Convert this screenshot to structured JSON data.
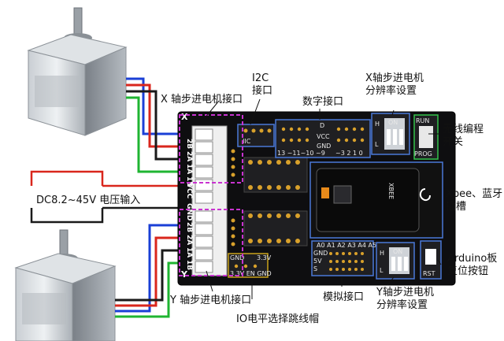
{
  "labels": {
    "x_motor_port": "X 轴步进电机接口",
    "i2c_port": "I2C\n接口",
    "digital_port": "数字接口",
    "x_resolution": "X轴步进电机\n分辨率设置",
    "wireless_switch": "无线编程\n开关",
    "xbee_slot": "Xbee、蓝牙\n插槽",
    "dc_input": "DC8.2~45V 电压输入",
    "arduino_reset": "Arduino板\n复位按钮",
    "y_resolution": "Y轴步进电机\n分辨率设置",
    "analog_port": "模拟接口",
    "y_motor_port": "Y 轴步进电机接口",
    "io_jumper": "IO电平选择跳线帽"
  },
  "pcb": {
    "axis_x": "X",
    "axis_y": "Y",
    "x_pins": [
      "2B",
      "2A",
      "1A",
      "1B"
    ],
    "power_pins": [
      "VCC",
      "GND"
    ],
    "y_pins": [
      "2B",
      "2A",
      "1A",
      "1B"
    ],
    "iic": "IIC",
    "d": "D",
    "vcc": "VCC",
    "gnd": "GND",
    "digital_numbers": "13 ~11~10 ~9",
    "digital_numbers_right": "~3  2  1  0",
    "x_switch_h": "H",
    "x_switch_l": "L",
    "on": "ON",
    "run": "RUN",
    "prog": "PROG",
    "xbee": "XBEE",
    "analog_header": "A0 A1 A2 A3 A4 A5",
    "analog_rows": [
      "GND",
      "5V",
      "S"
    ],
    "y_switch_h": "H",
    "y_switch_l": "L",
    "rst": "RST",
    "jumper_gnd": "GND",
    "jumper_bottom": "3.3V EN GND",
    "jumper_33": "3.3V"
  }
}
